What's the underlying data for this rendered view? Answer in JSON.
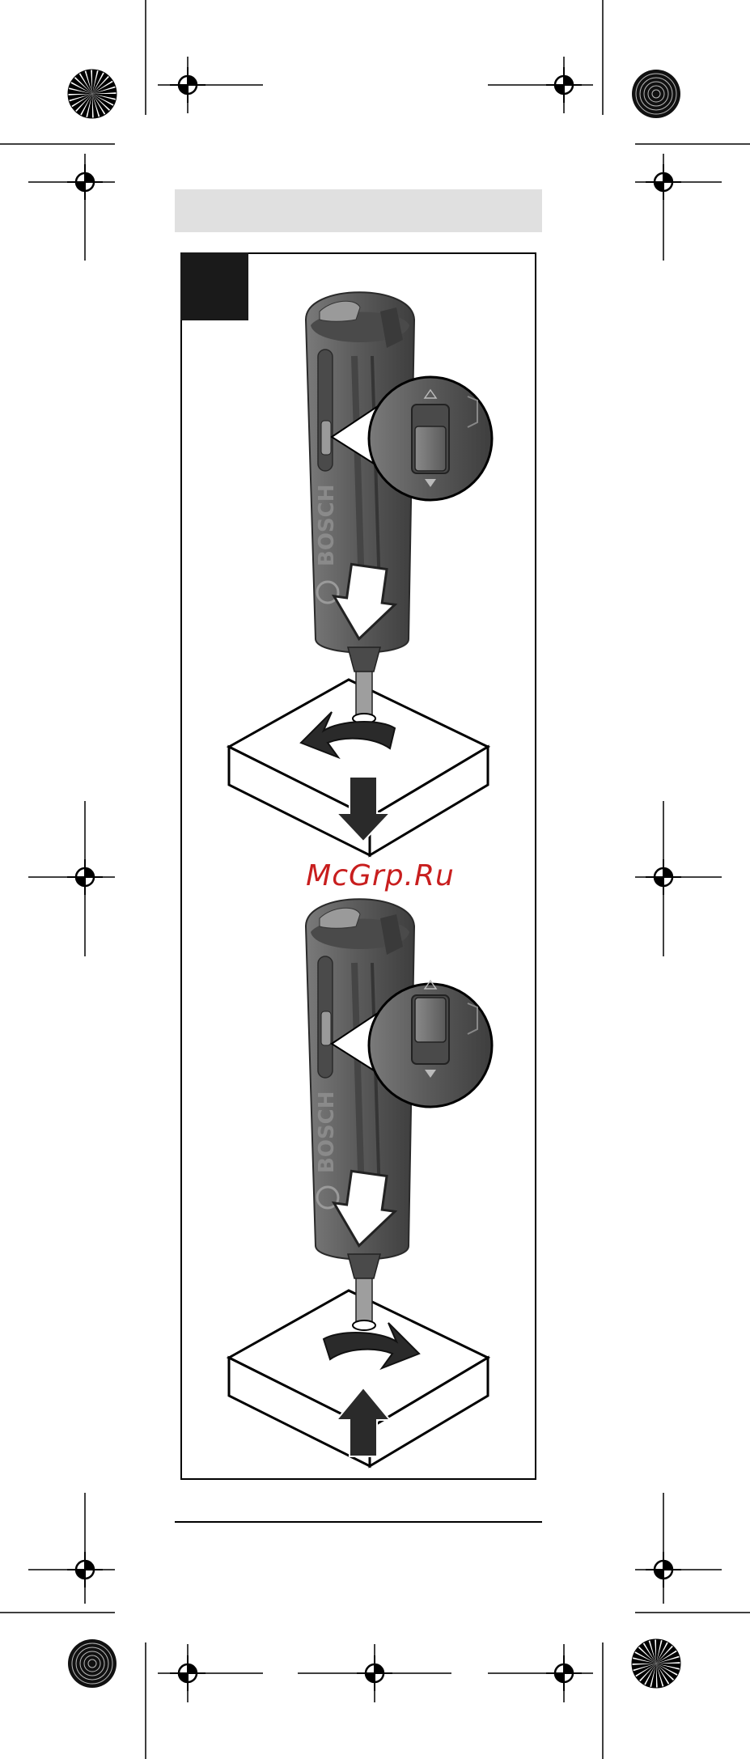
{
  "document": {
    "watermark": "McGrp.Ru",
    "brand": "BOSCH"
  },
  "figures": [
    {
      "name": "reverse-rotation",
      "rotation": "counter-clockwise",
      "direction": "down"
    },
    {
      "name": "forward-rotation",
      "rotation": "clockwise",
      "direction": "up"
    }
  ],
  "colors": {
    "tool_body": "#5a5a5a",
    "tool_dark": "#3a3a3a",
    "band": "#e0e0e0",
    "watermark": "#c81e1e",
    "marks": "#000000"
  }
}
